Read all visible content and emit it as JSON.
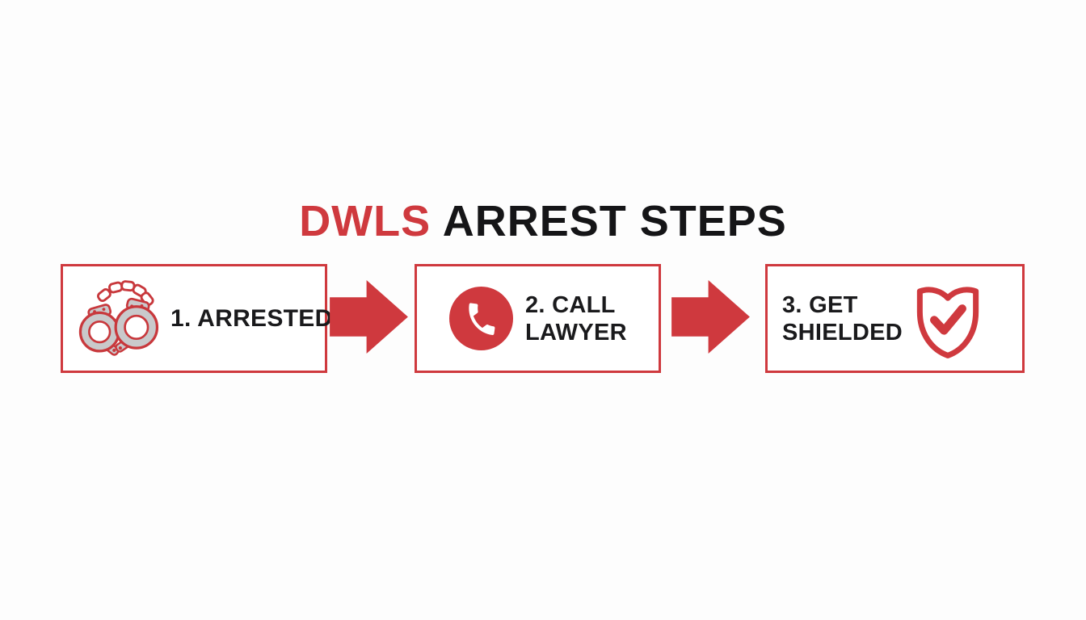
{
  "title": {
    "prefix": "DWLS",
    "suffix": "ARREST STEPS"
  },
  "colors": {
    "accent_red": "#cf393e",
    "text_black": "#1a1a1c",
    "cuff_gray": "#c9c9cb",
    "icon_white": "#ffffff",
    "background": "#fdfdfd"
  },
  "steps": [
    {
      "id": 1,
      "lines": [
        "1. ARRESTED"
      ],
      "icon": "handcuffs-icon",
      "icon_side": "left"
    },
    {
      "id": 2,
      "lines": [
        "2. CALL",
        "LAWYER"
      ],
      "icon": "phone-icon",
      "icon_side": "left"
    },
    {
      "id": 3,
      "lines": [
        "3. GET",
        "SHIELDED"
      ],
      "icon": "shield-check-icon",
      "icon_side": "right"
    }
  ],
  "connectors": [
    {
      "from": 1,
      "to": 2,
      "type": "arrow-right"
    },
    {
      "from": 2,
      "to": 3,
      "type": "arrow-right"
    }
  ]
}
